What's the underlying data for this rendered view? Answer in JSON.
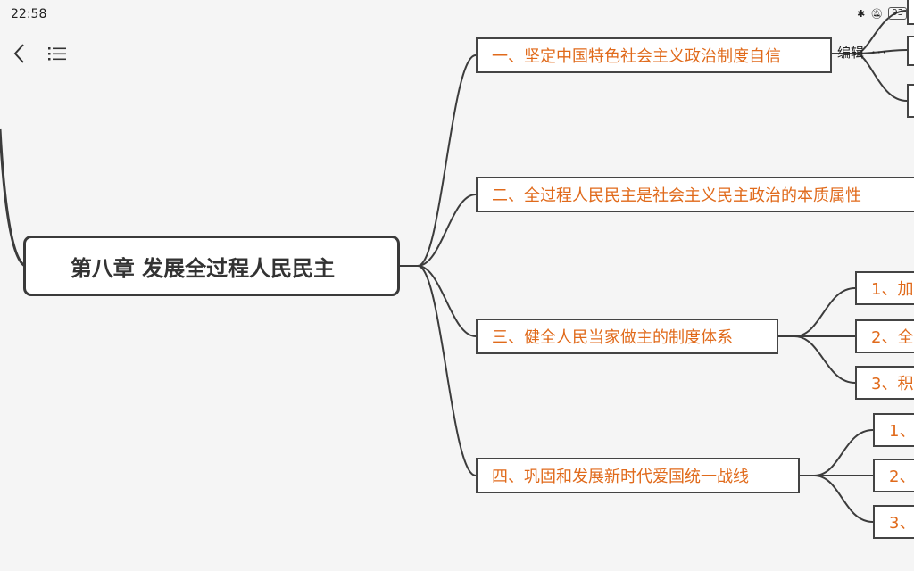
{
  "status_bar": {
    "time": "22:58",
    "bluetooth_icon": "bluetooth-icon",
    "mute_icon": "bell-off-icon",
    "battery_level": "93"
  },
  "toolbar": {
    "back_icon": "chevron-left-icon",
    "outline_icon": "list-icon",
    "edit_label": "编辑",
    "more_label": "···"
  },
  "mindmap": {
    "root": "第八章  发展全过程人民民主",
    "branches": [
      {
        "label": "一、坚定中国特色社会主义政治制度自信",
        "children": []
      },
      {
        "label": "二、全过程人民民主是社会主义民主政治的本质属性",
        "children": []
      },
      {
        "label": "三、健全人民当家做主的制度体系",
        "children": [
          "1、加",
          "2、全",
          "3、积"
        ]
      },
      {
        "label": "四、巩固和发展新时代爱国统一战线",
        "children": [
          "1、",
          "2、",
          "3、"
        ]
      }
    ]
  },
  "colors": {
    "accent": "#e06a1b",
    "line": "#3c3c3c",
    "background": "#f5f5f5"
  }
}
